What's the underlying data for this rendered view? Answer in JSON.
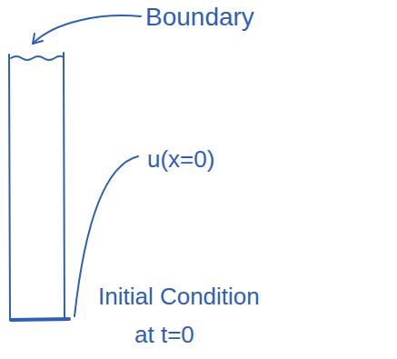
{
  "diagram": {
    "labels": [
      "Boundary",
      "u(x=0)",
      "Initial Condition at t=0"
    ]
  }
}
